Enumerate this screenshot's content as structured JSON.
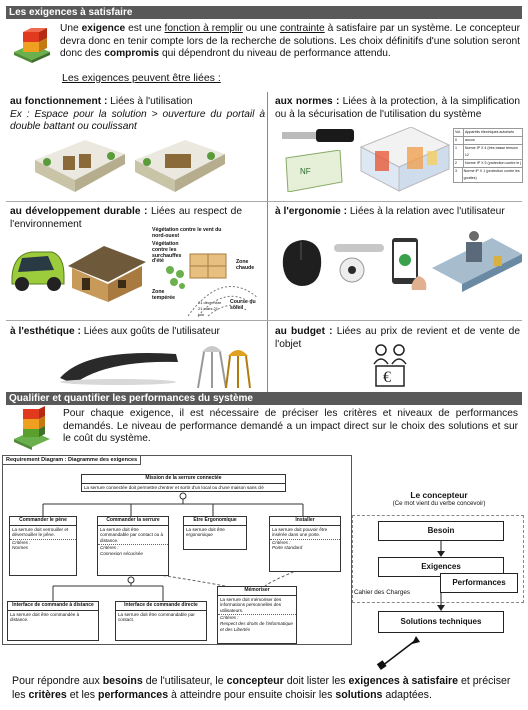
{
  "sec1": {
    "title": "Les exigences à satisfaire",
    "intro_1": "Une ",
    "intro_exigence": "exigence",
    "intro_2": " est une ",
    "intro_fonction": "fonction à remplir",
    "intro_3": " ou une ",
    "intro_contrainte": "contrainte",
    "intro_4": " à satisfaire par un système. Le concepteur devra donc en tenir compte lors de la recherche de solutions. Les choix définitifs d'une solution seront donc des ",
    "intro_compromis": "compromis",
    "intro_5": " qui dépendront du niveau de performance attendu.",
    "linked": "Les exigences peuvent être liées :"
  },
  "items": {
    "fonct_label": "au fonctionnement :",
    "fonct_text": " Liées à l'utilisation",
    "fonct_ex": "Ex : Espace pour la solution > ouverture du portail à double battant ou coulissant",
    "normes_label": "aux normes :",
    "normes_text": " Liées à la protection, à la simplification ou à la sécurisation de l'utilisation du système",
    "dev_label": "au développement durable :",
    "dev_text": " Liées au respect de l'environnement",
    "ergo_label": "à l'ergonomie :",
    "ergo_text": " Liées à la relation avec l'utilisateur",
    "esth_label": "à l'esthétique :",
    "esth_text": " Liées aux goûts de l'utilisateur",
    "budget_label": "au budget :",
    "budget_text": " Liées au prix de revient et de vente de l'objet"
  },
  "ip_table": {
    "header": [
      "Vol.",
      "Appareils électriques autorisés"
    ],
    "rows": [
      [
        "0",
        "aucun"
      ],
      [
        "1",
        "Norme IP X 4 (très basse tension 12"
      ],
      [
        "2",
        "Norme IP X 5 (protection contre le j"
      ],
      [
        "3",
        "Norme IP X 1 (protection contre les gouttes)"
      ]
    ]
  },
  "sun": {
    "veg_vent": "Végétation contre le vent du nord-ouest",
    "veg_sur": "Végétation contre les surchauffes d'été",
    "chaude": "Zone chaude",
    "temperee": "Zone tempérée",
    "dates": "21 décembre 21 mars 21 juin",
    "course": "Course du soleil"
  },
  "sec2": {
    "title": "Qualifier et quantifier les performances du système",
    "intro": "Pour chaque exigence, il est nécessaire de préciser les critères et niveaux de performances demandés. Le niveau de performance demandé a un impact direct sur le choix des solutions et sur le coût du système."
  },
  "diagram": {
    "title": "Requirement Diagram : Diagramme des exigences",
    "mission_h": "Mission de la serrure connectée",
    "mission_t": "La serrure connectée doit permettre d'entrer et sortir d'un local ou d'une maison sans clé",
    "cmd_pene_h": "Commander le pène",
    "cmd_pene_t": "La serrure doit verrouiller et déverrouiller le pêne.",
    "cmd_pene_c1": "Critères :",
    "cmd_pene_c2": "Normes",
    "cmd_ser_h": "Commander la serrure",
    "cmd_ser_t": "La serrure doit être commandable par contact ou à distance.",
    "cmd_ser_c1": "Critères :",
    "cmd_ser_c2": "Connexion sécurisée",
    "ergo_h": "Etre Ergonomique",
    "ergo_t": "La serrure doit être ergonomique",
    "inst_h": "Installer",
    "inst_t": "La serrure doit pouvoir être insérée dans une porte.",
    "inst_c1": "Critères :",
    "inst_c2": "Porte standard",
    "mem_h": "Mémoriser",
    "mem_t": "La serrure doit mémoriser des informations personnelles des utilisateurs.",
    "mem_c1": "Critères :",
    "mem_c2": "Respect des droits de l'informatique et des Libertés",
    "dist_h": "Interface de commande à distance",
    "dist_t": "La serrure doit être commandée à distance.",
    "direct_h": "Interface de commande directe",
    "direct_t": "La serrure doit être commandable par contact."
  },
  "flow": {
    "title": "Le concepteur",
    "subtitle": "(Ce mot vient du verbe concevoir)",
    "besoin": "Besoin",
    "exigences": "Exigences",
    "performances": "Performances",
    "cahier": "Cahier des Charges",
    "solutions": "Solutions techniques"
  },
  "footer": {
    "p1": "Pour répondre aux ",
    "besoins": "besoins",
    "p2": " de l'utilisateur, le ",
    "concepteur": "concepteur",
    "p3": " doit lister les ",
    "exigences": "exigences à satisfaire",
    "p4": " et préciser les ",
    "criteres": "critères",
    "p5": " et les ",
    "performances": "performances",
    "p6": " à atteindre pour ensuite choisir les ",
    "solutions": "solutions",
    "p7": " adaptées."
  },
  "colors": {
    "bar": "#595959",
    "block_red": "#e23a1f",
    "block_orange": "#f0a020",
    "block_green": "#5aa02c",
    "block_base": "#6ab04c"
  }
}
